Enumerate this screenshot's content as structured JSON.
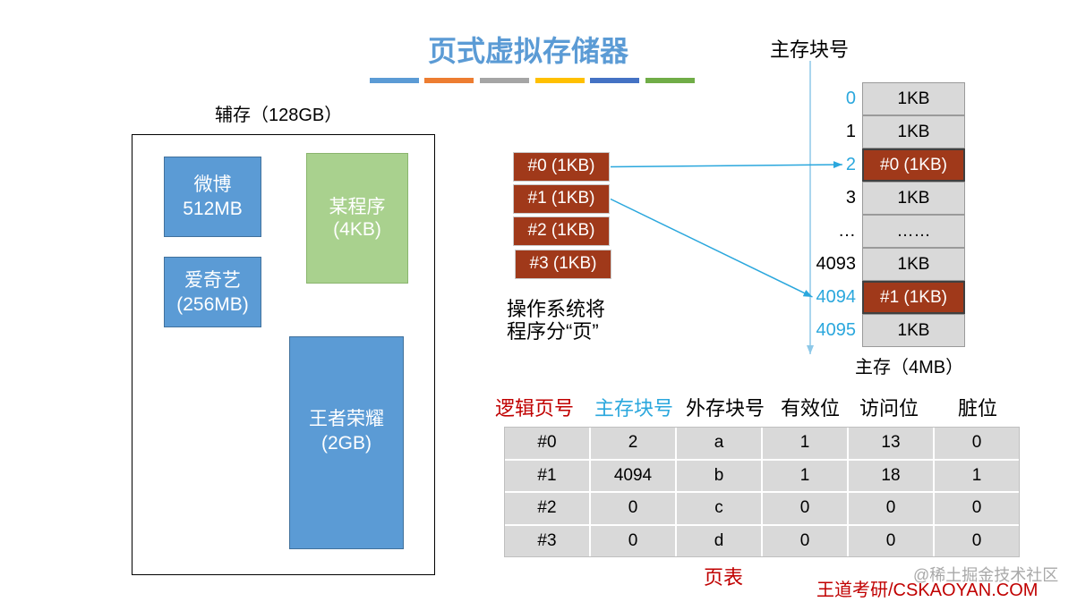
{
  "slide": {
    "title": "页式虚拟存储器",
    "accent_bars": [
      "#5B9BD5",
      "#ED7D31",
      "#A5A5A5",
      "#FFC000",
      "#4472C4",
      "#70AD47"
    ]
  },
  "colors": {
    "title": "#5B9BD5",
    "highlight": "#2AA7DD",
    "axis": "#8DC8E8",
    "page": "#A0391A",
    "cell": "#D9D9D9",
    "red_text": "#C00000",
    "watermark": "#A8A8A8"
  },
  "secondary_storage": {
    "label": "辅存（128GB）",
    "programs": [
      {
        "name": "微博",
        "size": "512MB",
        "color": "#5B9BD5"
      },
      {
        "name": "爱奇艺",
        "size": "(256MB)",
        "color": "#5B9BD5"
      },
      {
        "name": "某程序",
        "size": "(4KB)",
        "color": "#A9D18E"
      },
      {
        "name": "王者荣耀",
        "size": "(2GB)",
        "color": "#5B9BD5"
      }
    ]
  },
  "program_pages": {
    "pages": [
      "#0 (1KB)",
      "#1 (1KB)",
      "#2 (1KB)",
      "#3 (1KB)"
    ],
    "note": [
      "操作系统将",
      "程序分“页”"
    ]
  },
  "main_memory": {
    "axis_label": "主存块号",
    "label": "主存（4MB）",
    "blocks": [
      {
        "number": "0",
        "content": "1KB",
        "number_highlighted": true,
        "holds_page": false
      },
      {
        "number": "1",
        "content": "1KB",
        "number_highlighted": false,
        "holds_page": false
      },
      {
        "number": "2",
        "content": "#0 (1KB)",
        "number_highlighted": true,
        "holds_page": true
      },
      {
        "number": "3",
        "content": "1KB",
        "number_highlighted": false,
        "holds_page": false
      },
      {
        "number": "…",
        "content": "……",
        "number_highlighted": false,
        "holds_page": false
      },
      {
        "number": "4093",
        "content": "1KB",
        "number_highlighted": false,
        "holds_page": false
      },
      {
        "number": "4094",
        "content": "#1 (1KB)",
        "number_highlighted": true,
        "holds_page": true
      },
      {
        "number": "4095",
        "content": "1KB",
        "number_highlighted": true,
        "holds_page": false
      }
    ],
    "mappings": [
      {
        "page_index": 0,
        "block_index": 2
      },
      {
        "page_index": 1,
        "block_index": 6
      }
    ]
  },
  "page_table": {
    "headers": [
      "逻辑页号",
      "主存块号",
      "外存块号",
      "有效位",
      "访问位",
      "脏位"
    ],
    "rows": [
      [
        "#0",
        "2",
        "a",
        "1",
        "13",
        "0"
      ],
      [
        "#1",
        "4094",
        "b",
        "1",
        "18",
        "1"
      ],
      [
        "#2",
        "0",
        "c",
        "0",
        "0",
        "0"
      ],
      [
        "#3",
        "0",
        "d",
        "0",
        "0",
        "0"
      ]
    ],
    "caption": "页表"
  },
  "watermark": "@稀土掘金技术社区",
  "footer": "王道考研/CSKAOYAN.COM"
}
